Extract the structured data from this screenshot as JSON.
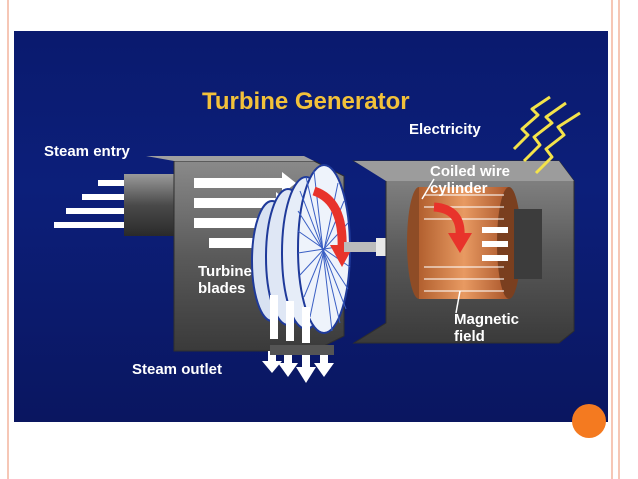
{
  "slide": {
    "title": "Turbine Generator",
    "labels": {
      "steam_entry": "Steam entry",
      "electricity": "Electricity",
      "coiled_wire": "Coiled wire\ncylinder",
      "turbine_blades": "Turbine\nblades",
      "magnetic_field": "Magnetic\nfield",
      "steam_outlet": "Steam outlet"
    }
  },
  "colors": {
    "background": "#0b1c72",
    "title": "#f2c13a",
    "accent": "#f47a20",
    "frame_line": "#f6c7b6",
    "rotation_arrow": "#e8332b",
    "coil": "#d9804a",
    "spark": "#f4e34a"
  },
  "icons": {
    "rotation": "red-curved-arrow-icon",
    "electricity": "lightning-bolt-icon"
  }
}
